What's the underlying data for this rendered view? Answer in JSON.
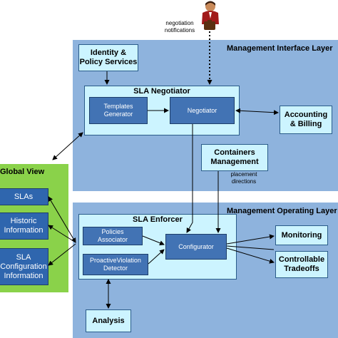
{
  "layers": {
    "interface": "Management Interface Layer",
    "operating": "Management Operating Layer"
  },
  "boxes": {
    "identity": "Identity &\nPolicy Services",
    "sla_negotiator": "SLA Negotiator",
    "templates_generator": "Templates\nGenerator",
    "negotiator": "Negotiator",
    "accounting": "Accounting\n& Billing",
    "containers": "Containers\nManagement",
    "sla_enforcer": "SLA Enforcer",
    "policies_associator": "Policies\nAssociator",
    "violation_detector": "ProactiveViolation\nDetector",
    "configurator": "Configurator",
    "monitoring": "Monitoring",
    "tradeoffs": "Controllable\nTradeoffs",
    "analysis": "Analysis"
  },
  "global_view": {
    "title": "Global View",
    "items": [
      "SLAs",
      "Historic\nInformation",
      "SLA\nConfiguration\nInformation"
    ]
  },
  "annotations": {
    "negotiation": "negotiation\nnotifications",
    "placement": "placement\ndirections"
  },
  "icons": {
    "user": "business-person-icon"
  }
}
